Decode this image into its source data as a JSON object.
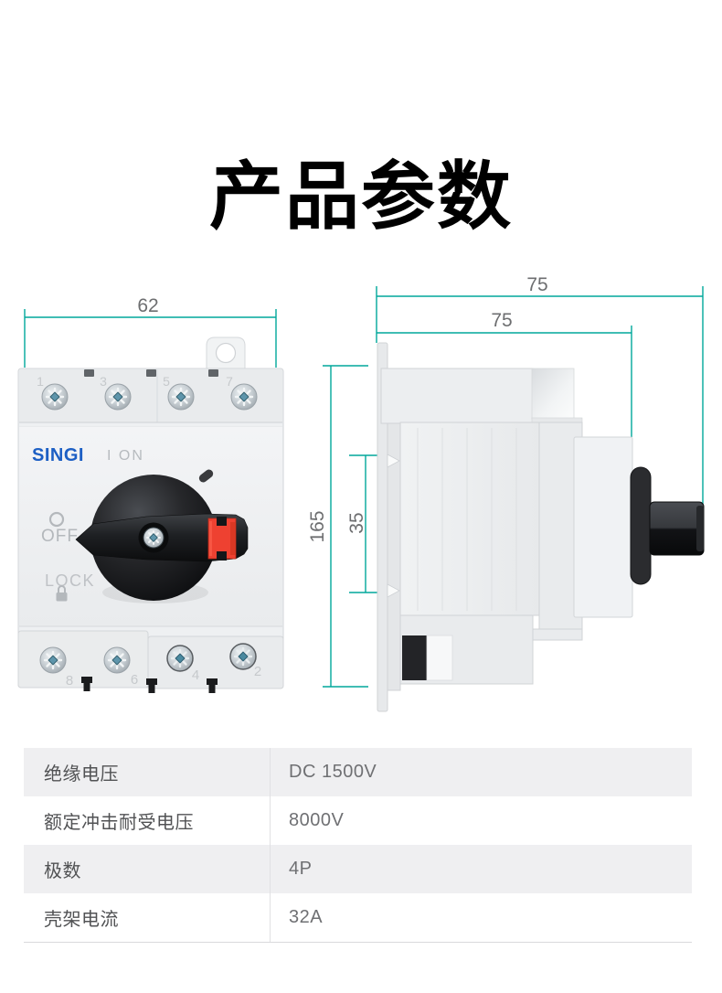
{
  "title": "产品参数",
  "drawings": {
    "front_view": {
      "dim_width": "62",
      "brand": "SINGI",
      "on_label": "I ON",
      "off_label": "OFF",
      "lock_label": "LOCK",
      "top_terminals": [
        "1",
        "3",
        "5",
        "7"
      ],
      "bottom_terminals": [
        "8",
        "6",
        "4",
        "2"
      ]
    },
    "side_view": {
      "dim_total_width": "75",
      "dim_body_width": "75",
      "dim_total_height": "165",
      "dim_din_rail": "35"
    }
  },
  "spec_table": {
    "rows": [
      {
        "label": "绝缘电压",
        "value": "DC 1500V"
      },
      {
        "label": "额定冲击耐受电压",
        "value": "8000V"
      },
      {
        "label": "极数",
        "value": "4P"
      },
      {
        "label": "壳架电流",
        "value": "32A"
      }
    ]
  },
  "colors": {
    "dimension_line": "#00a79b",
    "dimension_text": "#6d6e70",
    "brand_blue": "#1d5fc4",
    "handle_red": "#ee4130",
    "table_row_gray": "#efeff1"
  }
}
